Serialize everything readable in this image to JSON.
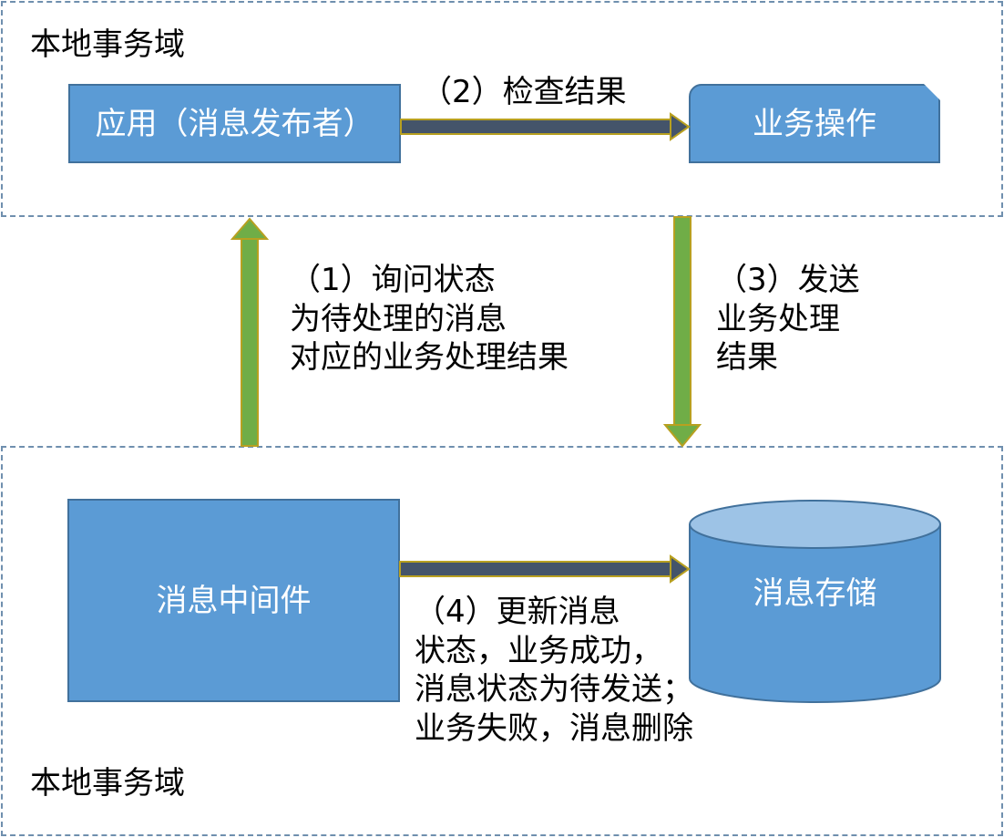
{
  "domains": {
    "top": {
      "label": "本地事务域"
    },
    "bottom": {
      "label": "本地事务域"
    }
  },
  "nodes": {
    "app_publisher": {
      "label": "应用（消息发布者）"
    },
    "business_operation": {
      "label": "业务操作"
    },
    "message_middleware": {
      "label": "消息中间件"
    },
    "message_storage": {
      "label": "消息存储"
    }
  },
  "edges": {
    "check_result": {
      "label": "（2）检查结果"
    },
    "query_status": {
      "lines": [
        "（1）询问状态",
        "为待处理的消息",
        "对应的业务处理结果"
      ]
    },
    "send_result": {
      "lines": [
        "（3）发送",
        "业务处理",
        "结果"
      ]
    },
    "update_status": {
      "lines": [
        "（4）更新消息",
        "状态，业务成功，",
        "消息状态为待发送；",
        "业务失败，消息删除"
      ]
    }
  }
}
